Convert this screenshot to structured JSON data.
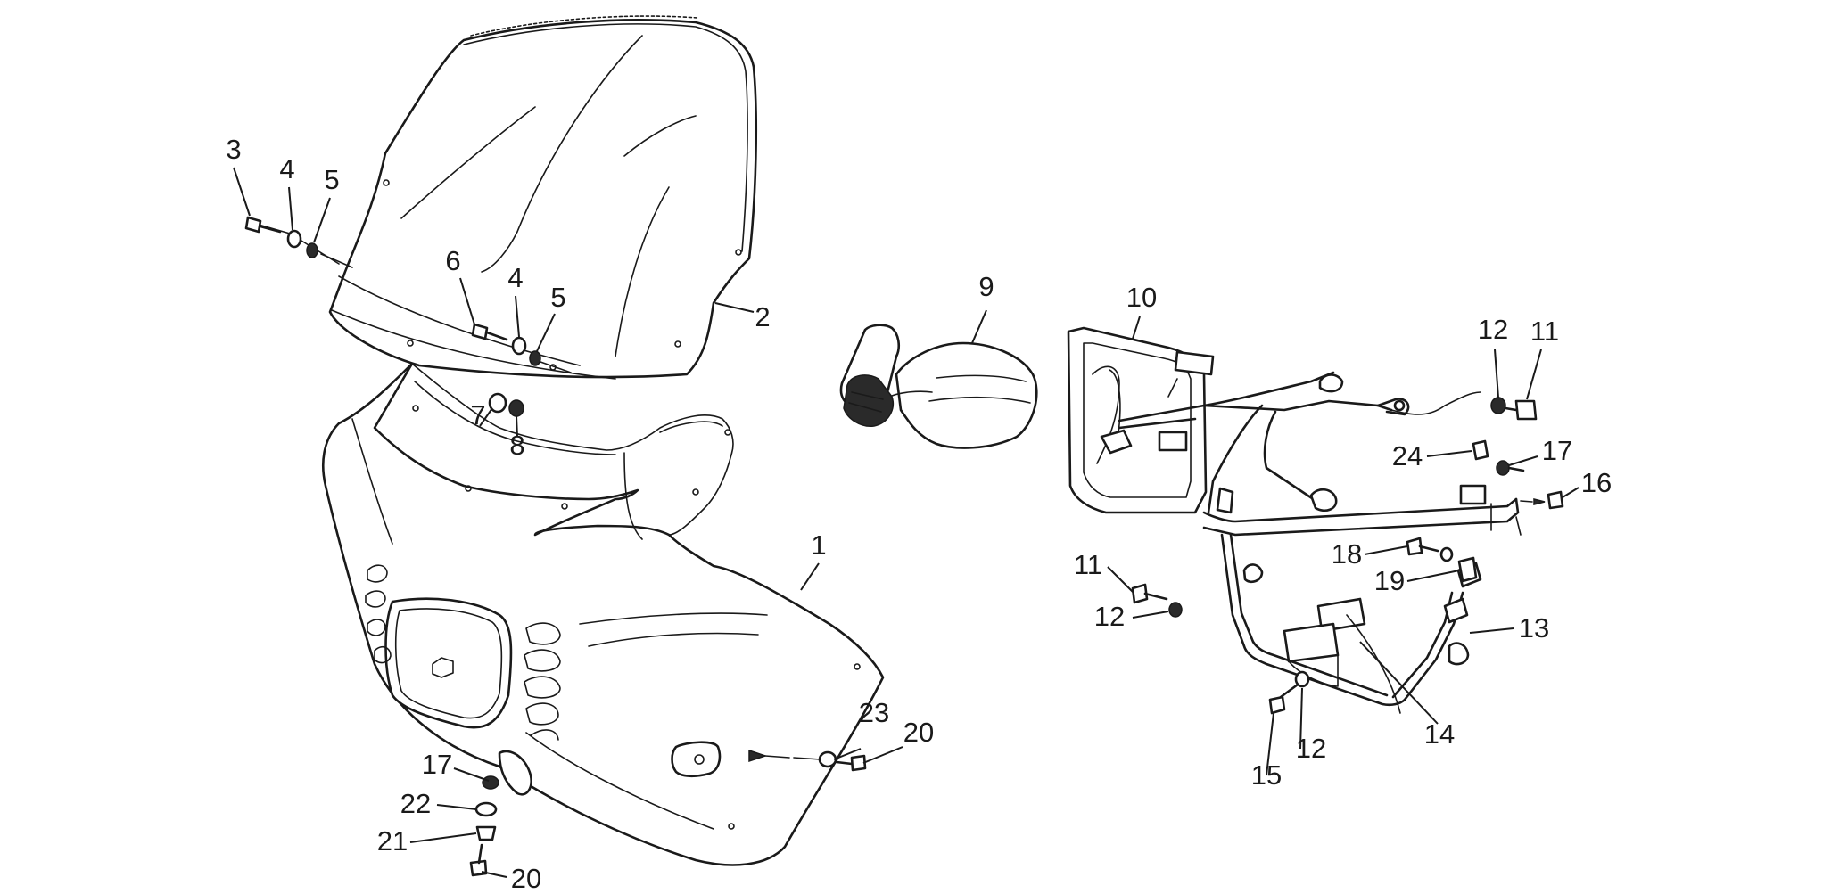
{
  "callouts": {
    "c1": "1",
    "c2": "2",
    "c3": "3",
    "c4a": "4",
    "c4b": "4",
    "c5a": "5",
    "c5b": "5",
    "c6": "6",
    "c7": "7",
    "c8": "8",
    "c9": "9",
    "c10": "10",
    "c11a": "11",
    "c11b": "11",
    "c12a": "12",
    "c12b": "12",
    "c12c": "12",
    "c13": "13",
    "c14": "14",
    "c15": "15",
    "c16": "16",
    "c17a": "17",
    "c17b": "17",
    "c18": "18",
    "c19": "19",
    "c20a": "20",
    "c20b": "20",
    "c21": "21",
    "c22": "22",
    "c23": "23",
    "c24": "24"
  }
}
